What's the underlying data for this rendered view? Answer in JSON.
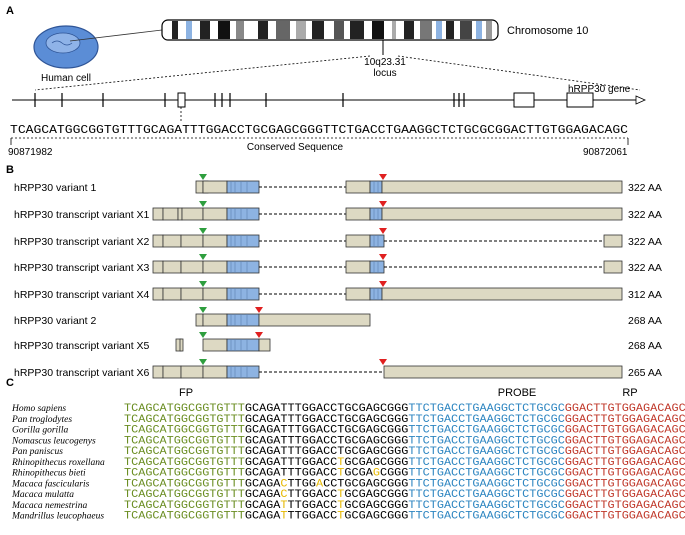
{
  "panel_a": {
    "letter": "A",
    "cell_label": "Human cell",
    "chromosome_label": "Chromosome 10",
    "locus_line1": "10q23.31",
    "locus_line2": "locus",
    "gene_label": "hRPP30 gene",
    "sequence": "TCAGCATGGCGGTGTTTGCAGATTTGGACCTGCGAGCGGGTTCTGACCTGAAGGCTCTGCGCGGACTTGTGGAGACAGC",
    "coord_start": "90871982",
    "coord_end": "90872061",
    "conserved_label": "Conserved Sequence"
  },
  "panel_b": {
    "letter": "B",
    "variants": [
      {
        "name": "hRPP30 variant 1",
        "aa": "322 AA"
      },
      {
        "name": "hRPP30 transcript variant X1",
        "aa": "322 AA"
      },
      {
        "name": "hRPP30 transcript variant X2",
        "aa": "322 AA"
      },
      {
        "name": "hRPP30 transcript variant X3",
        "aa": "322 AA"
      },
      {
        "name": "hRPP30 transcript variant X4",
        "aa": "312 AA"
      },
      {
        "name": "hRPP30 variant 2",
        "aa": "268 AA"
      },
      {
        "name": "hRPP30 transcript variant X5",
        "aa": "268 AA"
      },
      {
        "name": "hRPP30 transcript variant X6",
        "aa": "265 AA"
      }
    ]
  },
  "panel_c": {
    "letter": "C",
    "fp_label": "FP",
    "probe_label": "PROBE",
    "rp_label": "RP",
    "species": [
      {
        "name": "Homo sapiens",
        "mid": "GCAGATTTGGACCTGCGAGCGGG",
        "marks": []
      },
      {
        "name": "Pan troglodytes",
        "mid": "GCAGATTTGGACCTGCGAGCGGG",
        "marks": []
      },
      {
        "name": "Gorilla gorilla",
        "mid": "GCAGATTTGGACCTGCGAGCGGG",
        "marks": []
      },
      {
        "name": "Nomascus leucogenys",
        "mid": "GCAGATTTGGACCTGCGAGCGGG",
        "marks": []
      },
      {
        "name": "Pan paniscus",
        "mid": "GCAGATTTGGACCTGCGAGCGGG",
        "marks": []
      },
      {
        "name": "Rhinopithecus roxellana",
        "mid": "GCAGATTTGGACCTGCGAGCGGG",
        "marks": [
          13
        ]
      },
      {
        "name": "Rhinopithecus bieti",
        "mid": "GCAGATTTGGACCTGCGAGCGGG",
        "marks": [
          13,
          18
        ]
      },
      {
        "name": "Macaca fascicularis",
        "mid": "GCAGACTTGGACCTGCGAGCGGG",
        "marks": [
          5,
          10
        ]
      },
      {
        "name": "Macaca mulatta",
        "mid": "GCAGACTTGGACCTGCGAGCGGG",
        "marks": [
          5,
          13
        ]
      },
      {
        "name": "Macaca nemestrina",
        "mid": "GCAGATTTGGACCTGCGAGCGGG",
        "marks": [
          5,
          13
        ]
      },
      {
        "name": "Mandrillus leucophaeus",
        "mid": "GCAGATTTGGACCTGCGAGCGGG",
        "marks": [
          5,
          13
        ]
      }
    ],
    "fp_seq": "TCAGCATGGCGGTGTTT",
    "probe_seq": "TTCTGACCTGAAGGCTCTGCGC",
    "rp_seq": "GGACTTGTGGAGACAGC"
  },
  "colors": {
    "fp": "#c0392b",
    "probe": "#2e86c1",
    "rp": "#c0392b",
    "fp_seq": "#6b8e23",
    "mismatch": "#e6b800",
    "exon_coding": "#8db3e2",
    "exon_utr": "#ddd9c3",
    "start_marker": "#2e9e3e",
    "stop_marker": "#e02020",
    "chrom_blue": "#8db3e2"
  }
}
